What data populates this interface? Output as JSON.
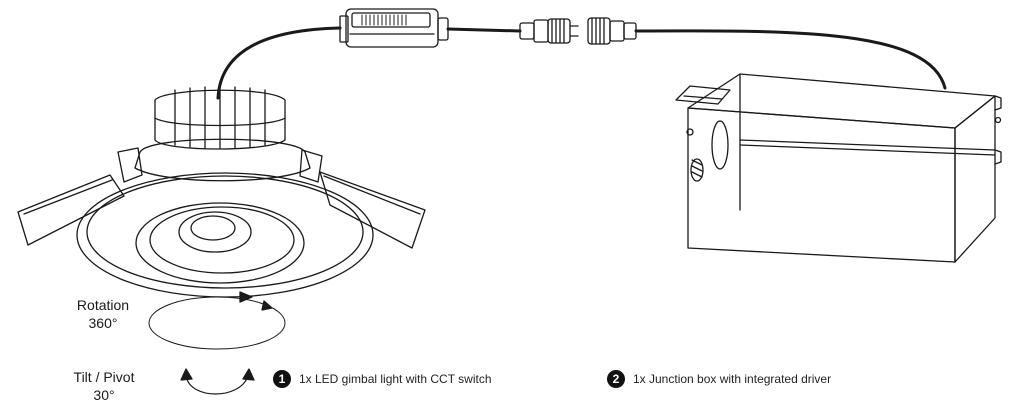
{
  "labels": {
    "rotation_title": "Rotation",
    "rotation_value": "360°",
    "tilt_title": "Tilt / Pivot",
    "tilt_value": "30°"
  },
  "items": [
    {
      "number": "1",
      "text": "1x LED gimbal light with CCT switch"
    },
    {
      "number": "2",
      "text": "1x Junction box with integrated driver"
    }
  ],
  "colors": {
    "line": "#1a1a1a",
    "badge": "#111111"
  }
}
